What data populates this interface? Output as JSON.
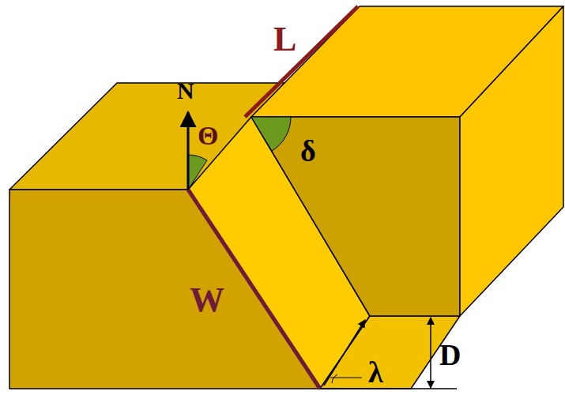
{
  "diagram": {
    "labels": [
      "L",
      "N",
      "Θ",
      "δ",
      "W",
      "λ",
      "D"
    ]
  }
}
